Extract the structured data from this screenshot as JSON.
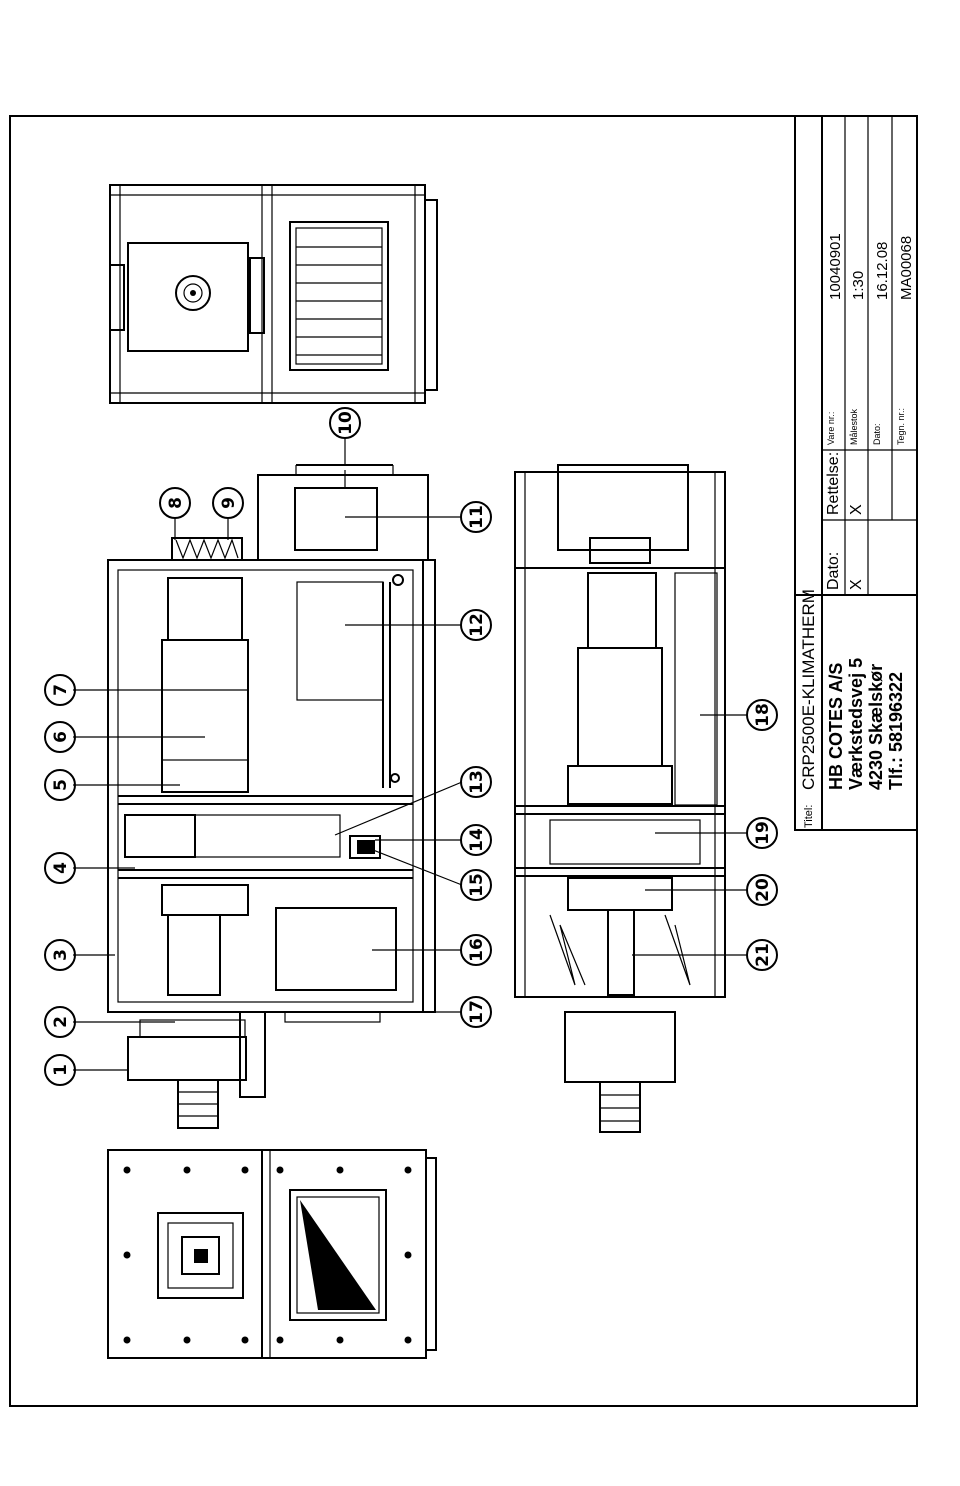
{
  "title_block": {
    "title_label": "Titel:",
    "title": "CRP2500E-KLIMATHERM",
    "company": "HB COTES A/S",
    "street": "Værkstedsvej 5",
    "city": "4230   Skælskør",
    "phone": "Tlf.: 58196322",
    "dato_header": "Dato:",
    "rettelse_header": "Rettelse:",
    "dato_value": "X",
    "rettelse_value": "X",
    "vare_label": "Vare nr.:",
    "vare_value": "10040901",
    "malestok_label": "Målestok",
    "malestok_value": "1:30",
    "dato2_label": "Dato:",
    "dato2_value": "16.12.08",
    "tegn_label": "Tegn. nr.:",
    "tegn_value": "MA00068"
  },
  "callouts": [
    "1",
    "2",
    "3",
    "4",
    "5",
    "6",
    "7",
    "8",
    "9",
    "10",
    "11",
    "12",
    "13",
    "14",
    "15",
    "16",
    "17",
    "18",
    "19",
    "20",
    "21"
  ]
}
